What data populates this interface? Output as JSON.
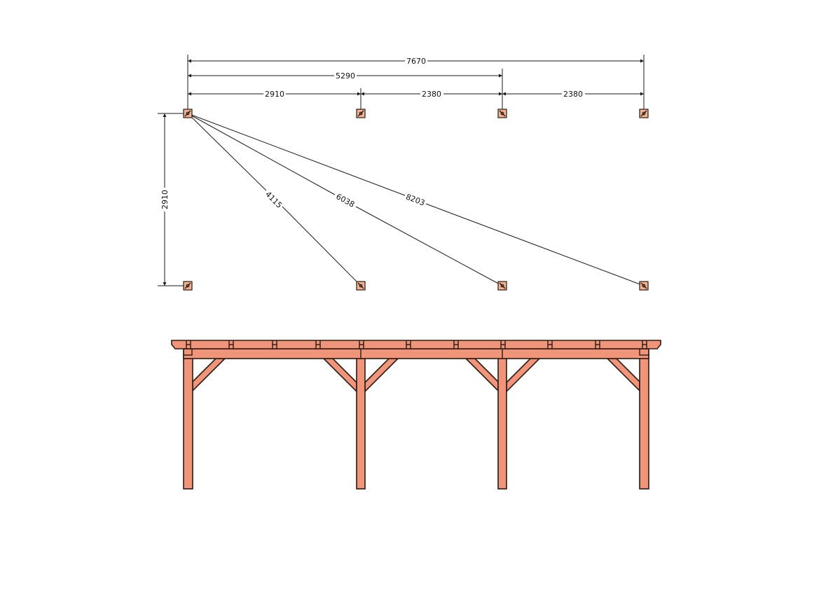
{
  "drawing": {
    "type": "pergola-technical-drawing",
    "colors": {
      "wood": "#f0957a",
      "post_top": "#f4b38f",
      "outline": "#2a1a14",
      "line": "#1a1a1a"
    },
    "plan_view": {
      "horizontal_dimensions": {
        "overall": "7670",
        "partial": "5290",
        "spans": [
          "2910",
          "2380",
          "2380"
        ]
      },
      "vertical_dimension": "2910",
      "diagonals": [
        "4115",
        "6038",
        "8203"
      ],
      "post_count_per_row": 4,
      "rows": 2
    },
    "elevation_view": {
      "posts": 4,
      "rafter_joints": 11
    }
  }
}
